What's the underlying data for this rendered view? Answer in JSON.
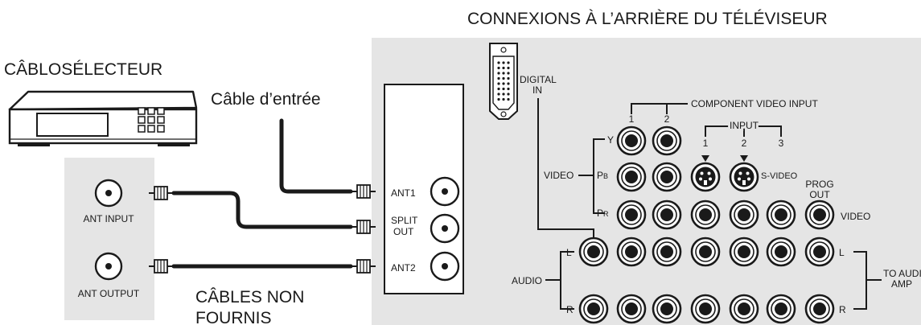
{
  "colors": {
    "panel": "#e5e5e5",
    "stroke": "#1a1a1a",
    "background": "#ffffff"
  },
  "labels": {
    "tv_rear_title": "CONNEXIONS À L’ARRIÈRE DU TÉLÉVISEUR",
    "cable_box": "CÂBLOSÉLECTEUR",
    "input_cable": "Câble d’entrée",
    "cables_line1": "CÂBLES NON",
    "cables_line2": "FOURNIS",
    "ant_input": "ANT INPUT",
    "ant_output": "ANT OUTPUT",
    "ant1": "ANT1",
    "split_line1": "SPLIT",
    "split_line2": "OUT",
    "ant2": "ANT2",
    "digital_line1": "DIGITAL",
    "digital_line2": "IN",
    "component_video_input": "COMPONENT VIDEO INPUT",
    "comp_1": "1",
    "comp_2": "2",
    "input_group": "INPUT",
    "input_1": "1",
    "input_2": "2",
    "input_3": "3",
    "y": "Y",
    "video_left": "VIDEO",
    "pb": "PB",
    "pr": "PR",
    "s_video": "S-VIDEO",
    "prog_line1": "PROG",
    "prog_line2": "OUT",
    "video_right": "VIDEO",
    "audio": "AUDIO",
    "l_left": "L",
    "r_left": "R",
    "l_right": "L",
    "r_right": "R",
    "to_audio_line1": "TO AUDIO",
    "to_audio_line2": "AMP"
  },
  "icons": {
    "cable_box": "cable-box-icon",
    "coax_jack": "coax-jack-icon",
    "rca_jack": "rca-jack-icon",
    "s_video_jack": "s-video-jack-icon",
    "dvi_port": "dvi-port-icon",
    "f_connector": "f-connector-icon"
  }
}
